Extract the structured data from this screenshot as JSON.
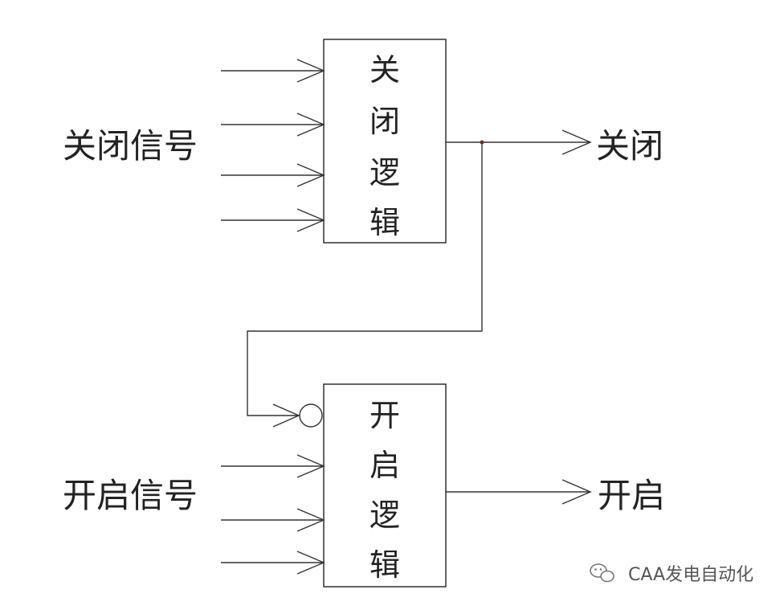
{
  "close_block": {
    "chars": [
      "关",
      "闭",
      "逻",
      "辑"
    ]
  },
  "open_block": {
    "chars": [
      "开",
      "启",
      "逻",
      "辑"
    ]
  },
  "inputs": {
    "close_signal": "关闭信号",
    "open_signal": "开启信号"
  },
  "outputs": {
    "close": "关闭",
    "open": "开启"
  },
  "watermark": {
    "text": "CAA发电自动化",
    "icon": "wechat-icon"
  },
  "colors": {
    "line": "#333333",
    "junction": "#7a2a2a"
  }
}
